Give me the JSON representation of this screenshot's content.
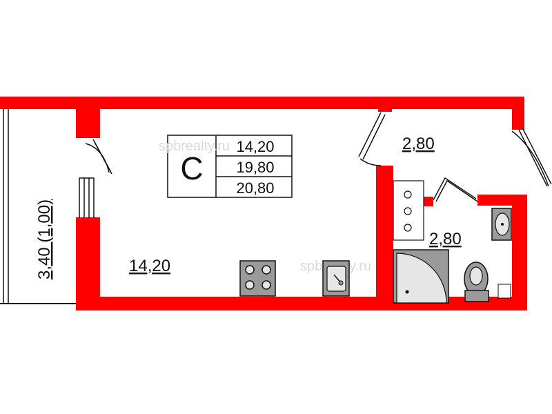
{
  "colors": {
    "wall": "#ff0000",
    "fixture_fill": "#9a9a9a",
    "fixture_light": "#e6e6e6",
    "line": "#111111"
  },
  "legend": {
    "type_letter": "С",
    "living_area": "14,20",
    "total_area": "19,80",
    "total_area_with_balcony": "20,80"
  },
  "rooms": {
    "main_room_area": "14,20",
    "hall_area": "2,80",
    "bathroom_area": "2,80",
    "balcony_area": "3,40 (1,00)"
  },
  "watermark": "spbrealty.ru",
  "icons": [
    "stove-icon",
    "kitchen-sink-icon",
    "shower-tray-icon",
    "toilet-icon",
    "washbasin-icon",
    "door-swing-icon",
    "window-icon",
    "ventilation-icon"
  ]
}
